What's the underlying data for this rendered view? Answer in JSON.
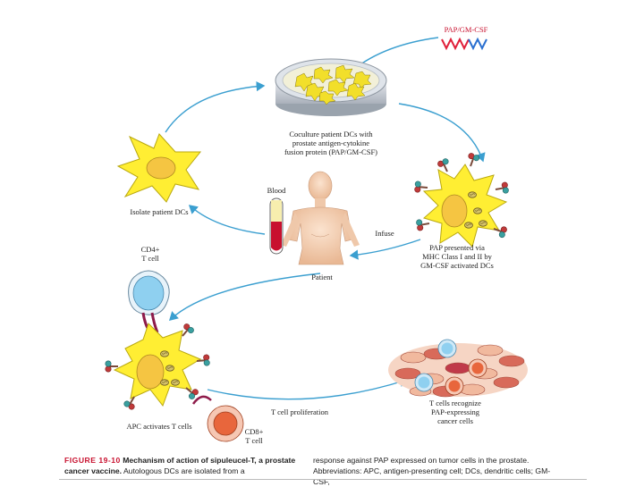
{
  "input": {
    "label": "PAP/GM-CSF"
  },
  "steps": {
    "coculture": "Coculture patient DCs with\nprostate antigen-cytokine\nfusion protein (PAP/GM-CSF)",
    "isolate": "Isolate patient DCs",
    "blood": "Blood",
    "infuse": "Infuse",
    "patient": "Patient",
    "pap_presented": "PAP presented via\nMHC Class I and II by\nGM-CSF activated DCs",
    "cd4": "CD4+\nT cell",
    "apc": "APC activates T cells",
    "proliferation": "T cell proliferation",
    "cd8": "CD8+\nT cell",
    "recognize": "T cells recognize\nPAP-expressing\ncancer cells"
  },
  "caption": {
    "figure": "FIGURE 19-10",
    "title": "Mechanism of action of sipuleucel-T, a prostate cancer vaccine.",
    "text_left": "Autologous DCs are isolated from a",
    "text_right": "response against PAP expressed on tumor cells in the prostate. Abbreviations: APC, antigen-presenting cell; DCs, dendritic cells; GM-CSF,"
  },
  "colors": {
    "arrow": "#3b9fd0",
    "dc_fill": "#ffee33",
    "dc_nucleus": "#f5c542",
    "blood": "#c8102e",
    "tcell_blue": "#8fd0f0",
    "tcell_orange": "#e8663c",
    "figure_red": "#c8102e",
    "zigzag_red": "#e0203a",
    "zigzag_blue": "#2a6fd0"
  }
}
